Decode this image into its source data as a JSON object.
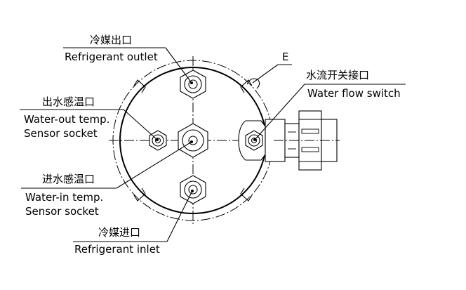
{
  "labels": {
    "refrigerant_outlet": {
      "cn": "冷媒出口",
      "en": "Refrigerant outlet"
    },
    "water_out": {
      "cn": "出水感温口",
      "en1": "Water-out temp.",
      "en2": "Sensor socket"
    },
    "water_in": {
      "cn": "进水感温口",
      "en1": "Water-in temp.",
      "en2": "Sensor socket"
    },
    "refrigerant_inlet": {
      "cn": "冷媒进口",
      "en": "Refrigerant inlet"
    },
    "water_flow_switch": {
      "cn": "水流开关接口",
      "en": "Water flow switch"
    },
    "marker_e": "E"
  }
}
